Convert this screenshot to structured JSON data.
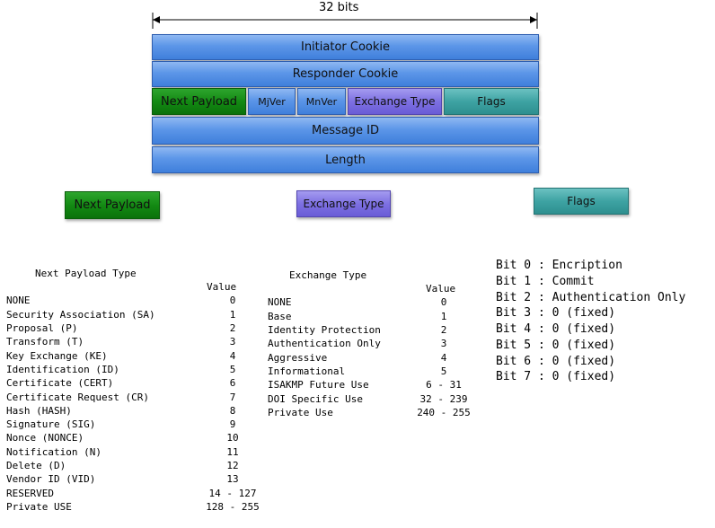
{
  "header": {
    "width_label": "32 bits"
  },
  "packet": {
    "initiator_cookie": "Initiator Cookie",
    "responder_cookie": "Responder Cookie",
    "next_payload": "Next Payload",
    "mjver": "MjVer",
    "mnver": "MnVer",
    "exchange_type": "Exchange Type",
    "flags": "Flags",
    "message_id": "Message ID",
    "length": "Length"
  },
  "colors": {
    "blue": "#5c96e8",
    "green": "#138a13",
    "purple": "#7d70e2",
    "teal": "#3ea3a3"
  },
  "next_payload_table": {
    "box_label": "Next Payload",
    "header_type": "Next Payload Type",
    "header_value": "Value",
    "rows": [
      {
        "type": "NONE",
        "value": "0"
      },
      {
        "type": "Security Association (SA)",
        "value": "1"
      },
      {
        "type": "Proposal (P)",
        "value": "2"
      },
      {
        "type": "Transform (T)",
        "value": "3"
      },
      {
        "type": "Key Exchange (KE)",
        "value": "4"
      },
      {
        "type": "Identification (ID)",
        "value": "5"
      },
      {
        "type": "Certificate (CERT)",
        "value": "6"
      },
      {
        "type": "Certificate Request (CR)",
        "value": "7"
      },
      {
        "type": "Hash (HASH)",
        "value": "8"
      },
      {
        "type": "Signature (SIG)",
        "value": "9"
      },
      {
        "type": "Nonce (NONCE)",
        "value": "10"
      },
      {
        "type": "Notification (N)",
        "value": "11"
      },
      {
        "type": "Delete (D)",
        "value": "12"
      },
      {
        "type": "Vendor ID (VID)",
        "value": "13"
      },
      {
        "type": "RESERVED",
        "value": "14 - 127"
      },
      {
        "type": "Private USE",
        "value": "128 - 255"
      }
    ]
  },
  "exchange_type_table": {
    "box_label": "Exchange Type",
    "header_type": "Exchange Type",
    "header_value": "Value",
    "rows": [
      {
        "type": "NONE",
        "value": "0"
      },
      {
        "type": "Base",
        "value": "1"
      },
      {
        "type": "Identity Protection",
        "value": "2"
      },
      {
        "type": "Authentication Only",
        "value": "3"
      },
      {
        "type": "Aggressive",
        "value": "4"
      },
      {
        "type": "Informational",
        "value": "5"
      },
      {
        "type": "ISAKMP Future Use",
        "value": "6 - 31"
      },
      {
        "type": "DOI Specific Use",
        "value": "32 - 239"
      },
      {
        "type": "Private Use",
        "value": "240 - 255"
      }
    ]
  },
  "flags_table": {
    "box_label": "Flags",
    "rows": [
      {
        "bit": "Bit 0",
        "desc": "Encription"
      },
      {
        "bit": "Bit 1",
        "desc": "Commit"
      },
      {
        "bit": "Bit 2",
        "desc": "Authentication Only"
      },
      {
        "bit": "Bit 3",
        "desc": "0 (fixed)"
      },
      {
        "bit": "Bit 4",
        "desc": "0 (fixed)"
      },
      {
        "bit": "Bit 5",
        "desc": "0 (fixed)"
      },
      {
        "bit": "Bit 6",
        "desc": "0 (fixed)"
      },
      {
        "bit": "Bit 7",
        "desc": "0 (fixed)"
      }
    ]
  }
}
